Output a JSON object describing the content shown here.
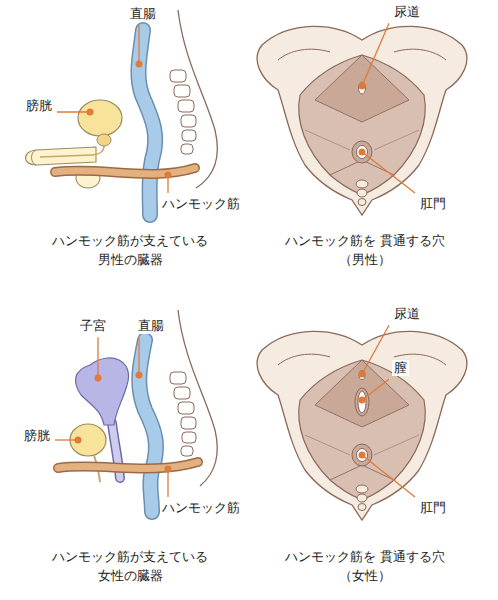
{
  "diagram": {
    "labels": [
      "直腸",
      "膀胱",
      "ハンモック筋",
      "ハンモック筋が支えている 男性の臓器",
      "尿道",
      "肛門",
      "ハンモック筋を 貫通する穴（男性）",
      "子宮",
      "直腸",
      "膀胱",
      "ハンモック筋",
      "ハンモック筋が支えている 女性の臓器",
      "尿道",
      "膣",
      "肛門",
      "ハンモック筋を 貫通する穴（女性）"
    ]
  }
}
